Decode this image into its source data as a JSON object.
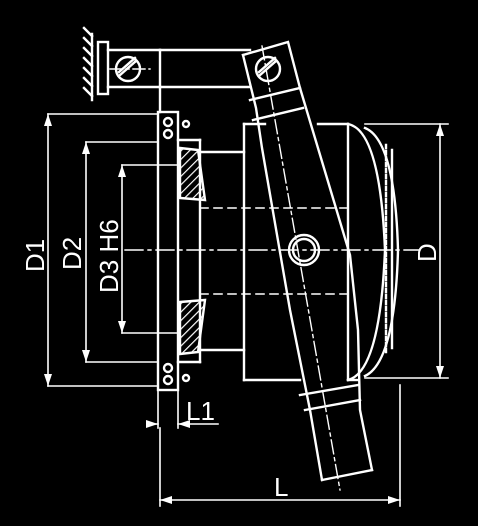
{
  "labels": {
    "d1": "D1",
    "d2": "D2",
    "d3": "D3 H6",
    "d": "D",
    "l1": "L1",
    "l": "L"
  },
  "colors": {
    "background": "#000000",
    "line": "#ffffff"
  }
}
